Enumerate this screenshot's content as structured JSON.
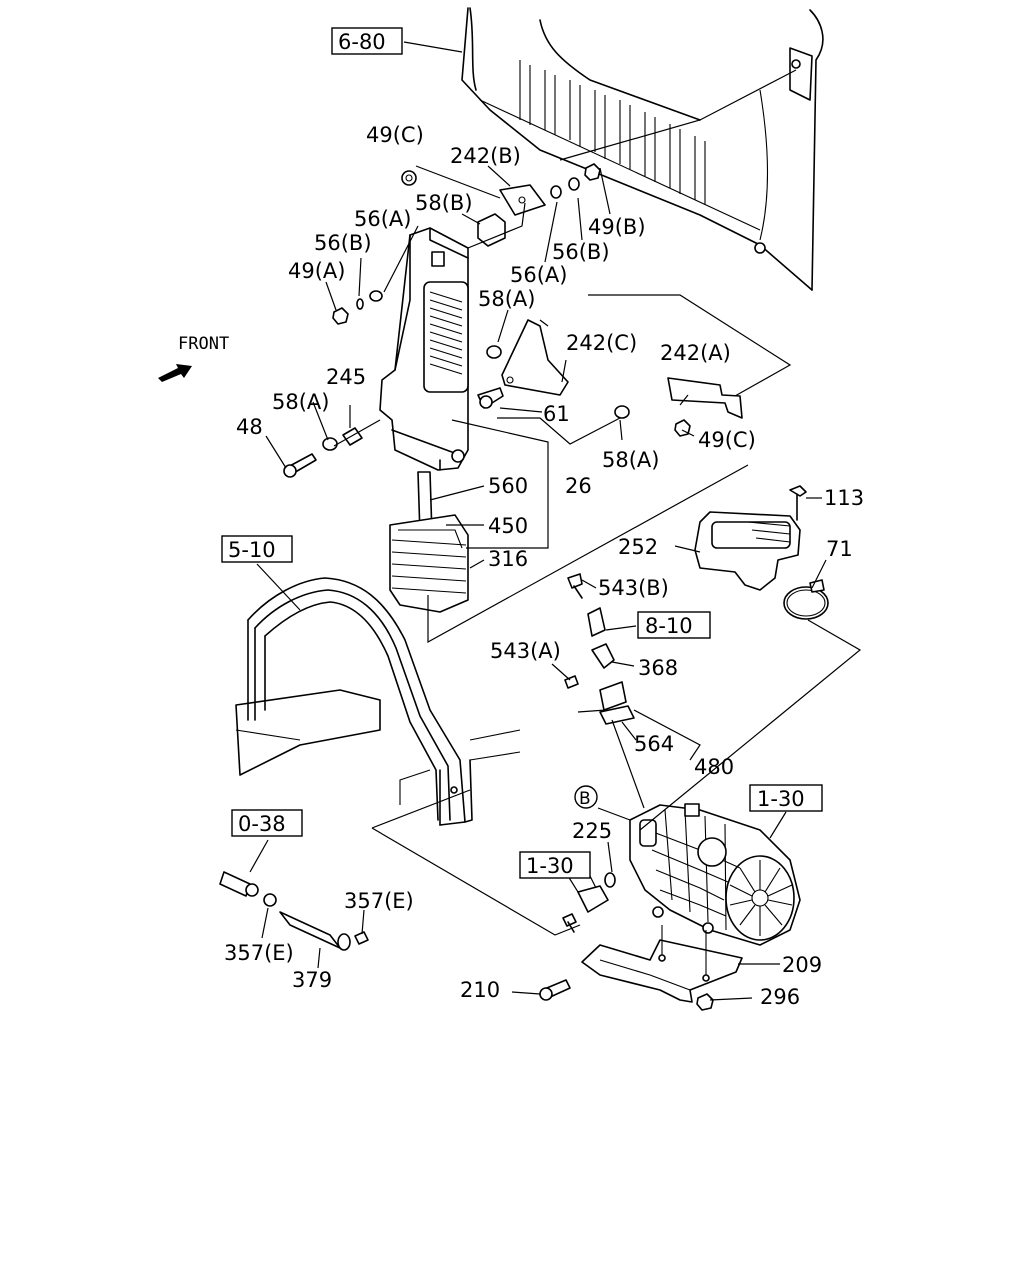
{
  "front_label": "FRONT",
  "ref_boxes": {
    "r680": "6-80",
    "r510": "5-10",
    "r810": "8-10",
    "r038": "0-38",
    "r130a": "1-30",
    "r130b": "1-30"
  },
  "circle_label": "B",
  "labels": {
    "l49c_top": "49(C)",
    "l242b": "242(B)",
    "l58b": "58(B)",
    "l56a_left": "56(A)",
    "l56b_left": "56(B)",
    "l49a": "49(A)",
    "l49b": "49(B)",
    "l56b_right": "56(B)",
    "l56a_right": "56(A)",
    "l58a_mid": "58(A)",
    "l242c": "242(C)",
    "l242a": "242(A)",
    "l245": "245",
    "l58a_left": "58(A)",
    "l48": "48",
    "l61": "61",
    "l58a_low": "58(A)",
    "l49c_low": "49(C)",
    "l560": "560",
    "l26": "26",
    "l450": "450",
    "l316": "316",
    "l113": "113",
    "l252": "252",
    "l71": "71",
    "l543b": "543(B)",
    "l543a": "543(A)",
    "l368": "368",
    "l564": "564",
    "l480": "480",
    "l225": "225",
    "l357e_right": "357(E)",
    "l357e_left": "357(E)",
    "l379": "379",
    "l209": "209",
    "l210": "210",
    "l296": "296"
  }
}
